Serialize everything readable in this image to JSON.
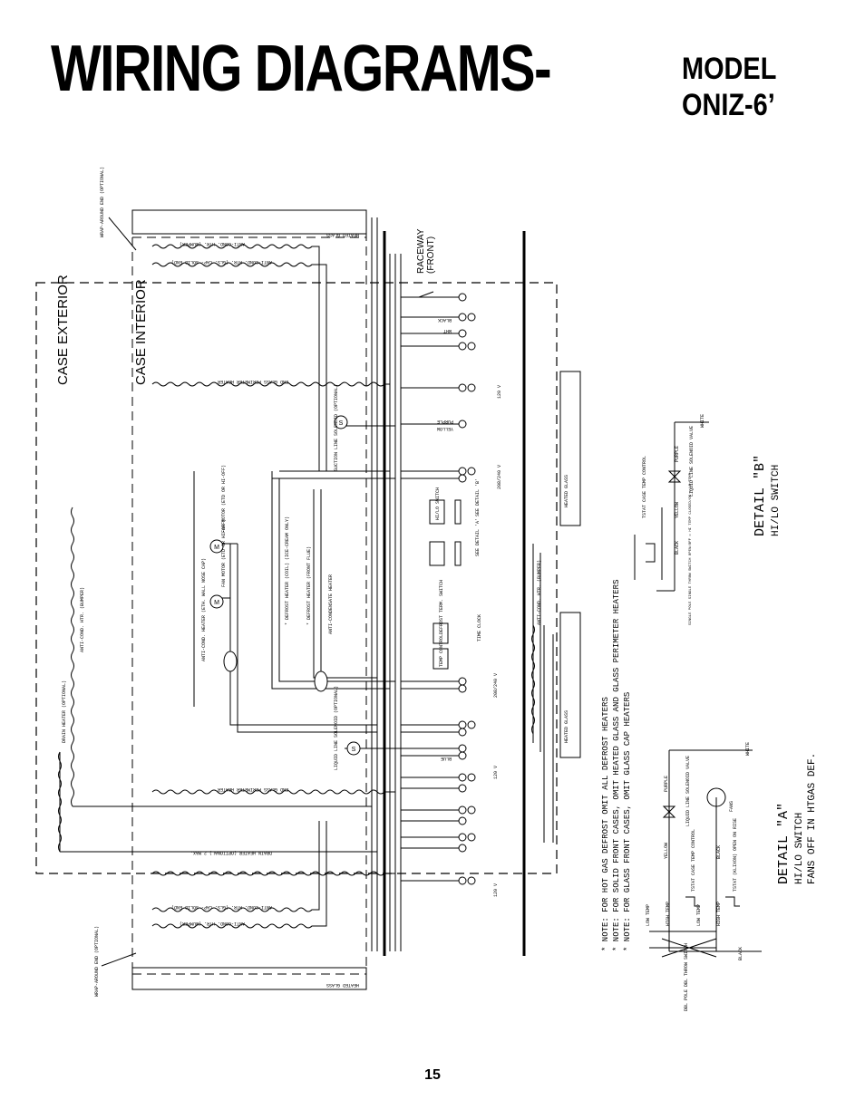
{
  "header": {
    "title": "WIRING DIAGRAMS-",
    "model_label": "MODEL",
    "model_number": "ONIZ-6’"
  },
  "page_number": "15",
  "diagram": {
    "case_exterior": "CASE EXTERIOR",
    "case_interior": "CASE INTERIOR",
    "raceway": "RACEWAY",
    "raceway_sub": "(FRONT)",
    "wrap_around_top": "WRAP-AROUND END (OPTIONAL)",
    "wrap_around_bottom": "WRAP-AROUND END (OPTIONAL)",
    "heated_glass": "HEATED GLASS",
    "anti_cond_bumper": "ANTI-COND. HTR. (BUMPER)",
    "anti_cond_gls_cap": "ANTI-COND. HTR. (GLS. CAP- SOLID END)",
    "end_glass_perimeter": "END GLASS PERIMETER HEATER",
    "suction_line_solenoid": "SUCTION LINE SOLENOID (OPTIONAL)",
    "fan_motor_1": "FAN MOTOR (ETD OR HI-OFF)",
    "fan_motor_2": "FAN MOTOR (ETD OR HI-OFF)",
    "defrost_heater_coil": "* DEFROST HEATER (COIL) (ICE-CREAM ONLY)",
    "defrost_heater_flue": "* DEFROST HEATER (FRONT FLUE)",
    "anti_condensate": "ANTI-CONDENSATE HEATER",
    "anti_cond_wall": "ANTI-COND. HEATER (ETH. WALL NOSE CAP)",
    "drain_heater": "DRAIN HEATER (OPTIONAL)",
    "drain_heater_max": "DRAIN HEATER (OPTIONAL) 2 MAX.",
    "liquid_line_solenoid": "LIQUID LINE SOLENOID (OPTIONAL)",
    "voltage_120": "120 V",
    "voltage_208": "208/240 V",
    "wire_black": "BLACK",
    "wire_white": "WHT",
    "wire_yellow": "YELLOW",
    "wire_purple": "PURPLE",
    "wire_blue": "BLUE",
    "hi_lo_switch": "HI/LO SWITCH",
    "defrost_termination": "DEFROST TERM. SWITCH",
    "time_clock": "TIME CLOCK",
    "temp_control": "TEMP CONTROL",
    "see_detail_a": "SEE DETAIL 'A'",
    "see_detail_b": "SEE DETAIL 'B'",
    "detail_b_title": "DETAIL \"B\"",
    "detail_b_sub": "HI/LO SWITCH",
    "detail_b_liquid": "LIQUID LINE SOLENOID VALVE",
    "detail_b_control": "TSTAT CASE TEMP CONTROL",
    "detail_b_switch": "SINGLE POLE SINGLE THROW SWITCH OPEN/OFF = HI TEMP CLOSED/ON = LO TEMP",
    "detail_a_title": "DETAIL \"A\"",
    "detail_a_sub1": "HI/LO SWITCH",
    "detail_a_sub2": "FANS OFF IN HTGAS DEF.",
    "detail_a_liquid": "LIQUID LINE SOLENOID VALVE",
    "detail_a_fans": "FANS",
    "detail_a_control": "TSTAT CASE TEMP CONTROL",
    "detail_a_klixon": "TSTAT (KLIXON) OPEN ON RISE",
    "detail_a_switch": "DBL POLE DBL THROW SWITCH",
    "high_temp": "HIGH TEMP",
    "low_temp": "LOW TEMP",
    "white": "WHITE",
    "notes": [
      "* NOTE: FOR HOT GAS DEFROST OMIT ALL DEFROST HEATERS",
      "* NOTE: FOR SOLID FRONT CASES, OMIT HEATED GLASS AND GLASS PERIMETER HEATERS",
      "* NOTE: FOR GLASS FRONT CASES, OMIT GLASS CAP HEATERS"
    ]
  }
}
